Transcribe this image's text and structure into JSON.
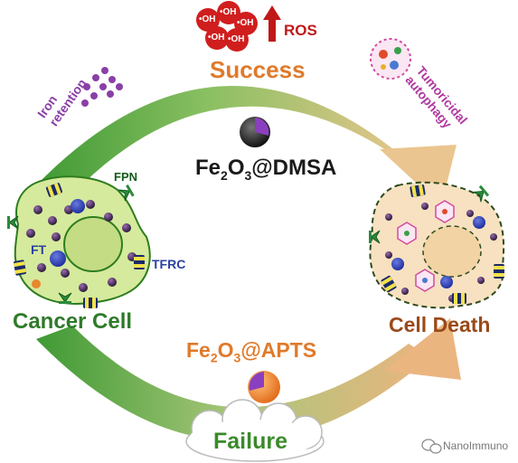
{
  "diagram": {
    "top_label": "Success",
    "bottom_label": "Failure",
    "ros_label": "ROS",
    "oh_label": "OH",
    "iron_retention_label": "Iron retention",
    "tumoricidal_autophagy_label": "Tumoricidal autophagy",
    "fpn_label": "FPN",
    "ft_label": "FT",
    "tfrc_label": "TFRC",
    "cancer_cell_label": "Cancer Cell",
    "cell_death_label": "Cell Death",
    "dmsa_formula": {
      "main": "Fe",
      "sub1": "2",
      "mid": "O",
      "sub2": "3",
      "suffix": "@DMSA"
    },
    "apts_formula": {
      "main": "Fe",
      "sub1": "2",
      "mid": "O",
      "sub2": "3",
      "suffix": "@APTS"
    },
    "watermark": "NanoImmuno",
    "colors": {
      "success": "#e07a2a",
      "failure": "#3a8a2a",
      "green_arrow": "#4ea43a",
      "tan_arrow": "#e9b77f",
      "iron": "#8a3fa7",
      "ros": "#d01e1e",
      "cancer_label": "#2f7a2a",
      "death_label": "#9a4a1a",
      "blue_label": "#2a40a0"
    }
  }
}
